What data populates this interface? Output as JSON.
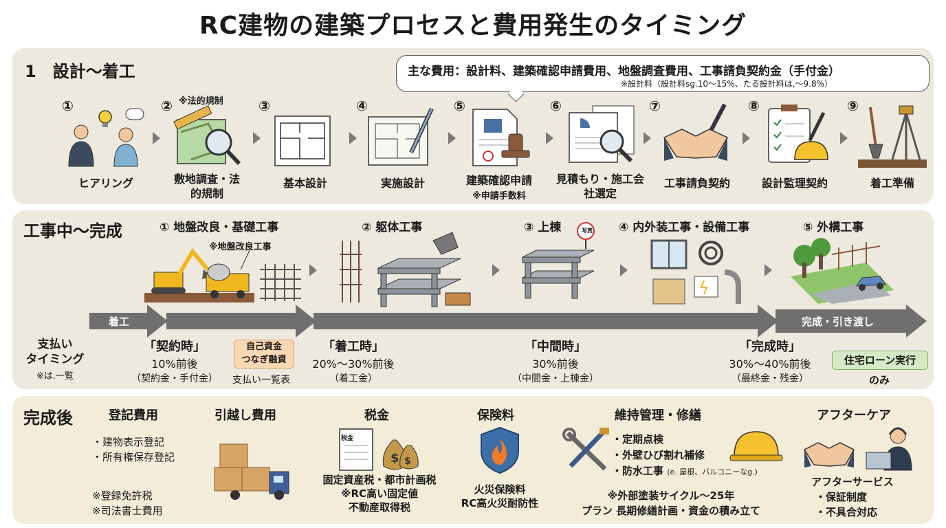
{
  "title": "RC建物の建築プロセスと費用発生のタイミング",
  "section1": {
    "title": "1　設計〜着工",
    "bubble_main": "主な費用：設計料、建築確認申請費用、地盤調査費用、工事請負契約金（手付金）",
    "bubble_note": "※設計料（設計料sg.10〜15%、たる設計料は,〜9.8%）",
    "steps": [
      {
        "num": "①",
        "label": "ヒアリング"
      },
      {
        "num": "②",
        "note": "※法的規制",
        "label": "敷地調査・法的規制"
      },
      {
        "num": "③",
        "label": "基本設計"
      },
      {
        "num": "④",
        "label": "実施設計"
      },
      {
        "num": "⑤",
        "label": "建築確認申請",
        "sub": "※申請手数料"
      },
      {
        "num": "⑥",
        "label": "見積もり・施工会社選定"
      },
      {
        "num": "⑦",
        "label": "工事請負契約"
      },
      {
        "num": "⑧",
        "label": "設計監理契約"
      },
      {
        "num": "⑨",
        "label": "着工準備"
      }
    ]
  },
  "section2": {
    "title": "工事中〜完成",
    "phases": [
      {
        "label": "① 地盤改良・基礎工事",
        "note": "※地盤改良工事"
      },
      {
        "label": "② 躯体工事"
      },
      {
        "label": "③ 上棟",
        "sign": "写真"
      },
      {
        "label": "④ 内外装工事・設備工事"
      },
      {
        "label": "⑤ 外構工事"
      }
    ],
    "bar_start": "着工",
    "bar_end": "完成・引き渡し",
    "pay_label": "支払い\nタイミング",
    "pay_note": "※は.一覧",
    "payments": [
      {
        "head": "「契約時」",
        "pct": "10%前後",
        "detail": "（契約金・手付金）"
      },
      {
        "head": "「着工時」",
        "pct": "20%〜30%前後",
        "detail": "（着工金）"
      },
      {
        "head": "「中間時」",
        "pct": "30%前後",
        "detail": "（中間金・上棟金）"
      },
      {
        "head": "「完成時」",
        "pct": "30%〜40%前後",
        "detail": "（最終金・残金）"
      }
    ],
    "self_fund_badge": "自己資金\nつなぎ融資",
    "self_fund_sub": "支払い一覧表",
    "loan_badge": "住宅ローン実行",
    "loan_sub": "のみ"
  },
  "section3": {
    "title": "完成後",
    "registration": {
      "head": "登記費用",
      "items": [
        "・建物表示登記",
        "・所有権保存登記"
      ],
      "notes": [
        "※登録免許税",
        "※司法書士費用"
      ]
    },
    "moving": {
      "head": "引越し費用"
    },
    "tax": {
      "head": "税金",
      "doc_label": "税金",
      "lines": [
        "固定資産税・都市計画税",
        "※RC高い固定値",
        "不動産取得税"
      ]
    },
    "insurance": {
      "head": "保険料",
      "lines": [
        "火災保険料",
        "RC高火災耐防性"
      ]
    },
    "maintenance": {
      "head": "維持管理・修繕",
      "items": [
        "・定期点検",
        "・外壁ひび割れ補修",
        "・防水工事"
      ],
      "small": "(e. 屋根、バルコニーなg.)",
      "notes": [
        "※外部塗装サイクル〜25年",
        "プラン 長期修繕計画・資金の積み立て"
      ]
    },
    "aftercare": {
      "head": "アフターケア",
      "items": [
        "アフターサービス",
        "・保証制度",
        "・不具合対応"
      ]
    }
  },
  "colors": {
    "panel": "#ede9de",
    "panel3": "#f3ecd9",
    "bar": "#6f6f6f",
    "orange_badge": "#fbd8b4",
    "green_badge": "#d4eac6"
  }
}
